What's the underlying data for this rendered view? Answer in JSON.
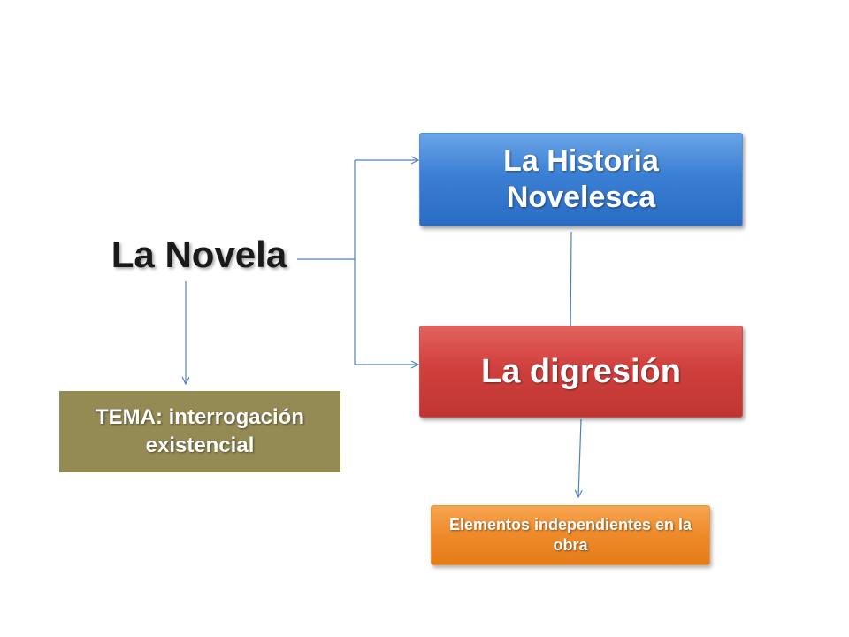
{
  "diagram": {
    "root": {
      "label": "La Novela"
    },
    "historia": {
      "label": "La Historia Novelesca",
      "color": "#3b7fd4"
    },
    "digresion": {
      "label": "La digresión",
      "color": "#d0403d"
    },
    "tema": {
      "label": "TEMA: interrogación existencial",
      "color": "#948a54"
    },
    "elementos": {
      "label": "Elementos independientes en la obra",
      "color": "#ee8a2a"
    },
    "connector_color": "#4f81bd"
  }
}
